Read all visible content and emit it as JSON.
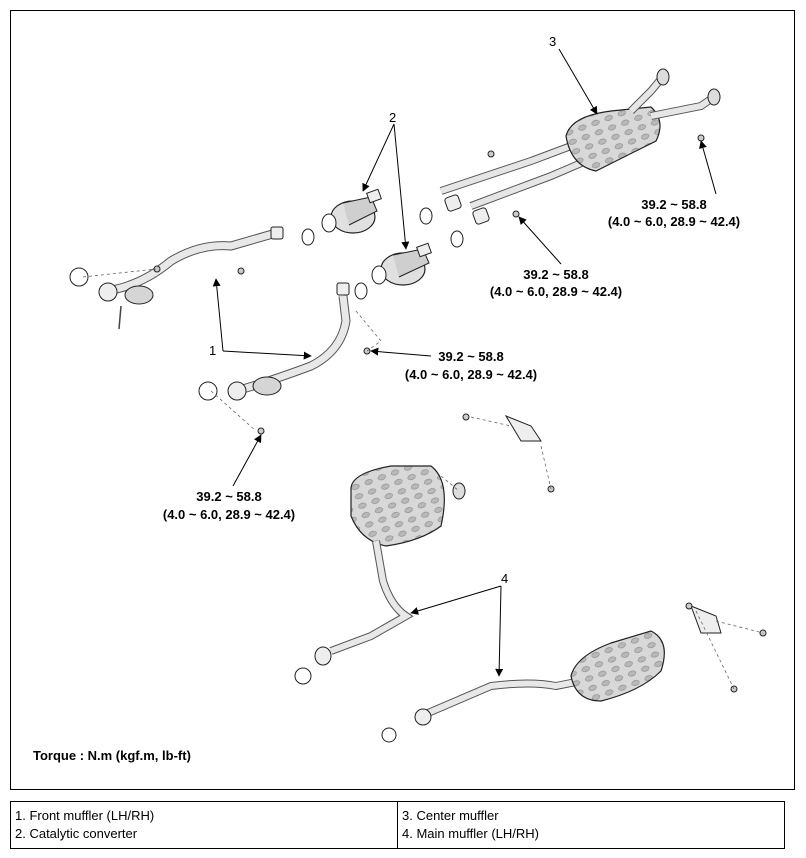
{
  "diagram": {
    "callouts": {
      "front_muffler": "1",
      "catalytic_converter": "2",
      "center_muffler": "3",
      "main_muffler": "4"
    },
    "torques": [
      {
        "value": "39.2 ~ 58.8",
        "detail": "(4.0 ~ 6.0, 28.9 ~ 42.4)"
      },
      {
        "value": "39.2 ~ 58.8",
        "detail": "(4.0 ~ 6.0, 28.9 ~ 42.4)"
      },
      {
        "value": "39.2 ~ 58.8",
        "detail": "(4.0 ~ 6.0, 28.9 ~ 42.4)"
      },
      {
        "value": "39.2 ~ 58.8",
        "detail": "(4.0 ~ 6.0, 28.9 ~ 42.4)"
      }
    ],
    "torque_unit_note": "Torque : N.m (kgf.m, lb-ft)"
  },
  "legend": {
    "left": [
      "1. Front muffler (LH/RH)",
      "2. Catalytic converter"
    ],
    "right": [
      "3. Center muffler",
      "4. Main muffler (LH/RH)"
    ]
  }
}
